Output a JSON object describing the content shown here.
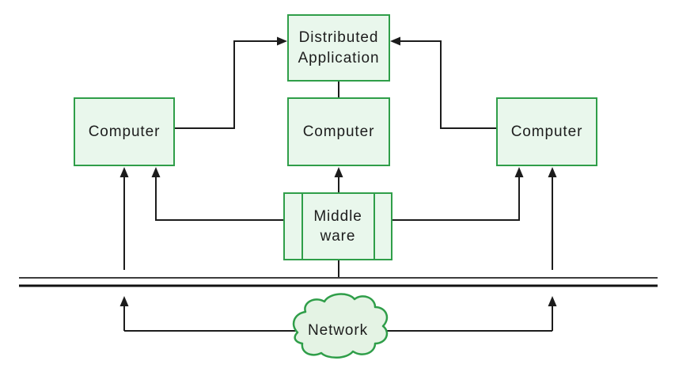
{
  "diagram": {
    "nodes": {
      "distributed_application": {
        "label": "Distributed\nApplication"
      },
      "computer_left": {
        "label": "Computer"
      },
      "computer_center": {
        "label": "Computer"
      },
      "computer_right": {
        "label": "Computer"
      },
      "middleware": {
        "label": "Middle\nware"
      },
      "network_cloud": {
        "label": "Network"
      }
    },
    "connections": [
      "computer_left -> distributed_application (arrow)",
      "computer_right -> distributed_application (arrow)",
      "distributed_application - computer_center (line)",
      "middleware -> computer_left (arrow)",
      "middleware -> computer_center (arrow)",
      "middleware -> computer_right (arrow)",
      "middleware - bus (line)",
      "bus -> computer_left (arrow)",
      "bus -> computer_right (arrow)",
      "network -> bus (arrow, left)",
      "network -> bus (arrow, right)"
    ]
  },
  "colors": {
    "node-border": "#2f9e49",
    "node-fill": "#e9f7ec",
    "cloud-fill": "#e4f3e4",
    "line": "#1c1c1c",
    "bus-top": "#3d3d3d",
    "bus-bottom": "#111111",
    "text": "#1d1d1d"
  }
}
